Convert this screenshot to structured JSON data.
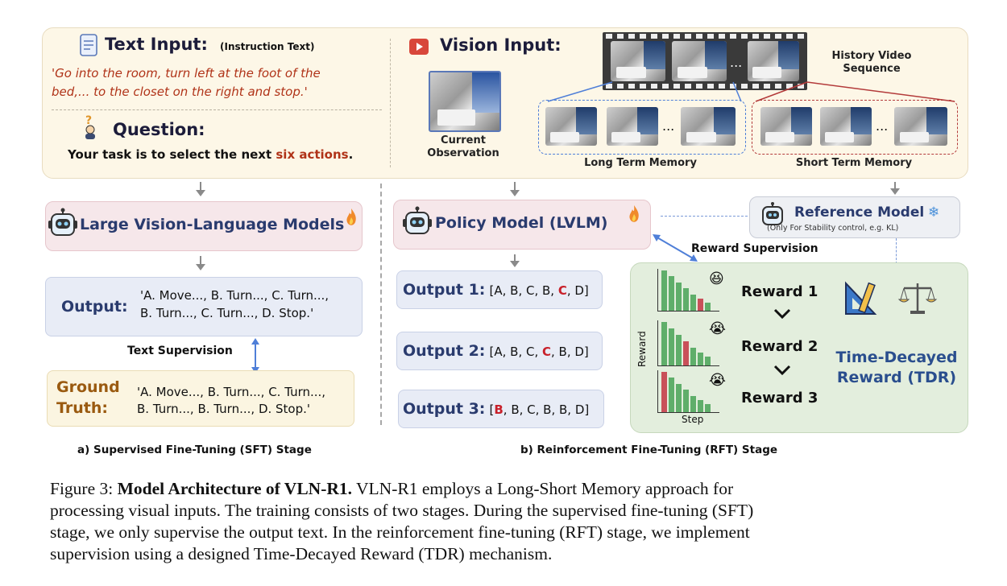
{
  "text_input": {
    "title": "Text Input:",
    "subtitle": "(Instruction Text)",
    "instruction_line1": "'Go into the room, turn left at the foot of the",
    "instruction_line2": "bed,... to the closet on the right and stop.'"
  },
  "question": {
    "title": "Question:",
    "prefix": "Your task is to select the next ",
    "highlight": "six actions",
    "suffix": "."
  },
  "vision_input": {
    "title": "Vision Input:",
    "history_label_1": "History Video",
    "history_label_2": "Sequence",
    "current_obs_1": "Current",
    "current_obs_2": "Observation",
    "long_term": "Long Term Memory",
    "short_term": "Short Term Memory",
    "ellipsis": "..."
  },
  "sft": {
    "model_label": "Large Vision-Language Models",
    "output_label": "Output:",
    "output_line1": "'A. Move..., B. Turn..., C. Turn...,",
    "output_line2": "B. Turn..., C. Turn..., D. Stop.'",
    "supervision": "Text Supervision",
    "gt_label_1": "Ground",
    "gt_label_2": "Truth:",
    "gt_line1": "'A. Move..., B. Turn..., C. Turn...,",
    "gt_line2": "B. Turn..., B. Turn..., D. Stop.'",
    "stage_caption": "a) Supervised Fine-Tuning (SFT) Stage"
  },
  "rft": {
    "policy_label": "Policy Model (LVLM)",
    "reference_label": "Reference Model",
    "reference_note": "(Only For Stability control, e.g. KL)",
    "reward_supervision": "Reward Supervision",
    "outputs": [
      {
        "label": "Output 1:",
        "open": "[A, B, C, B, ",
        "red": "C",
        "close": ", D]"
      },
      {
        "label": "Output 2:",
        "open": "[A, B, C, ",
        "red": "C",
        "close": ", B, D]"
      },
      {
        "label": "Output 3:",
        "open": "[",
        "red": "B",
        "close": ", B, C, B, B, D]"
      }
    ],
    "rewards": [
      "Reward 1",
      "Reward 2",
      "Reward 3"
    ],
    "y_axis": "Reward",
    "x_axis": "Step",
    "tdr_line1": "Time-Decayed",
    "tdr_line2": "Reward (TDR)",
    "stage_caption": "b) Reinforcement Fine-Tuning (RFT) Stage",
    "bar_charts": [
      {
        "values": [
          1.0,
          0.85,
          0.7,
          0.55,
          0.4,
          0.3,
          0.2
        ],
        "highlight_index": 5
      },
      {
        "values": [
          1.0,
          0.85,
          0.7,
          0.55,
          0.4,
          0.3,
          0.2
        ],
        "highlight_index": 3
      },
      {
        "values": [
          1.0,
          0.85,
          0.7,
          0.55,
          0.4,
          0.3,
          0.2
        ],
        "highlight_index": 0
      }
    ],
    "colors": {
      "bar": "#5fae6a",
      "bar_highlight": "#c9505a"
    }
  },
  "caption": {
    "prefix": "Figure 3: ",
    "bold": "Model Architecture of VLN-R1.",
    "line1_rest": " VLN-R1 employs a Long-Short Memory approach for",
    "line2": "processing visual inputs. The training consists of two stages. During the supervised fine-tuning (SFT)",
    "line3": "stage, we only supervise the output text. In the reinforcement fine-tuning (RFT) stage, we implement",
    "line4": "supervision using a designed Time-Decayed Reward (TDR) mechanism."
  }
}
